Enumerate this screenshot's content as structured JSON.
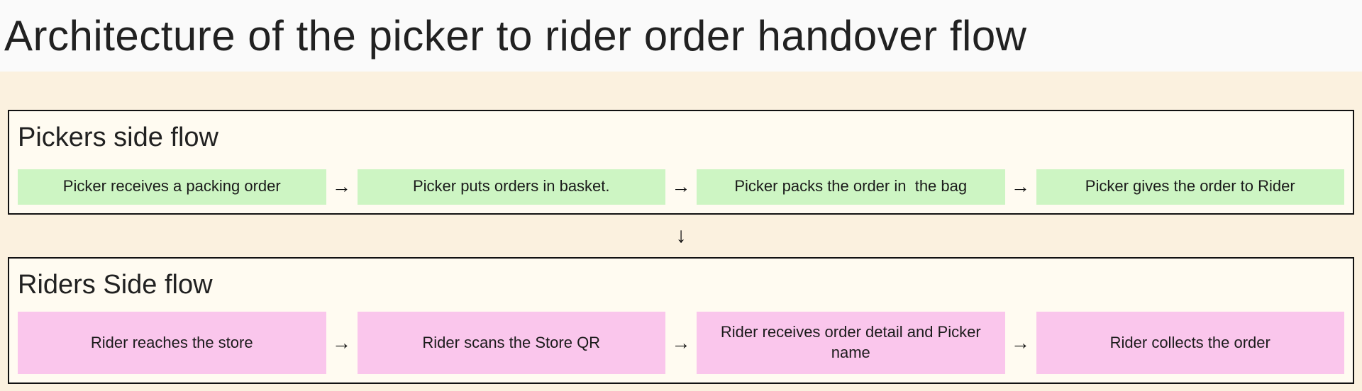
{
  "page": {
    "title": "Architecture of the picker to rider order handover flow"
  },
  "icons": {
    "right_arrow": "→",
    "down_arrow": "↓"
  },
  "colors": {
    "page_background": "#FBF1DF",
    "title_band_background": "#FAFAFA",
    "section_background": "#FFFBF1",
    "section_border": "#111111",
    "picker_step_background": "#CDF5C3",
    "rider_step_background": "#FAC6EC",
    "text": "#1E1E1E"
  },
  "sections": [
    {
      "heading": "Pickers side flow",
      "box_color": "#CDF5C3",
      "steps": [
        "Picker receives a packing order",
        "Picker puts orders in basket.",
        "Picker packs the order in  the bag",
        "Picker gives the order to Rider"
      ]
    },
    {
      "heading": "Riders Side flow",
      "box_color": "#FAC6EC",
      "steps": [
        "Rider reaches the store",
        "Rider scans the Store QR",
        "Rider receives order detail and Picker name",
        "Rider collects the order"
      ]
    }
  ]
}
